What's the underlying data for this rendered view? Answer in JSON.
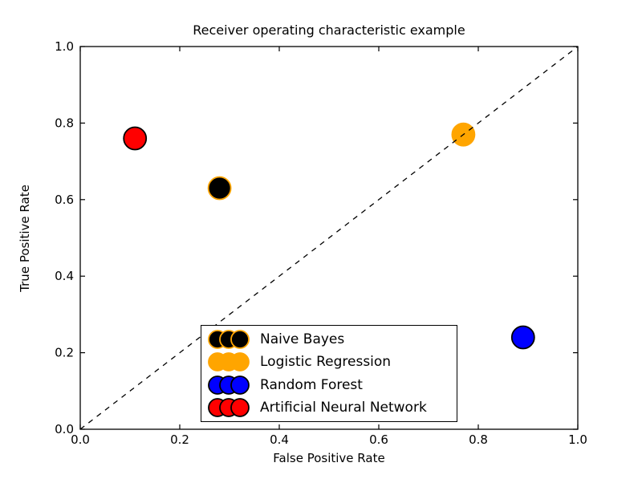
{
  "figure": {
    "background": "#ffffff",
    "frame_color": "#000000"
  },
  "chart_data": {
    "type": "scatter",
    "title": "Receiver operating characteristic example",
    "xlabel": "False Positive Rate",
    "ylabel": "True Positive Rate",
    "xlim": [
      0.0,
      1.0
    ],
    "ylim": [
      0.0,
      1.0
    ],
    "xtick_labels": [
      "0.0",
      "0.2",
      "0.4",
      "0.6",
      "0.8",
      "1.0"
    ],
    "ytick_labels": [
      "0.0",
      "0.2",
      "0.4",
      "0.6",
      "0.8",
      "1.0"
    ],
    "grid": false,
    "tick_direction": "in",
    "reference_line": {
      "type": "diagonal",
      "from": [
        0.0,
        0.0
      ],
      "to": [
        1.0,
        1.0
      ],
      "style": "dashed",
      "color": "#000000"
    },
    "legend": {
      "position": "lower-center-inside",
      "marker_points_per_entry": 3
    },
    "series": [
      {
        "name": "Naive Bayes",
        "points": [
          {
            "x": 0.28,
            "y": 0.63
          }
        ],
        "fill": "#000000",
        "edge": "#FFA500"
      },
      {
        "name": "Logistic Regression",
        "points": [
          {
            "x": 0.77,
            "y": 0.77
          }
        ],
        "fill": "#FFA500",
        "edge": "#FFA500"
      },
      {
        "name": "Random Forest",
        "points": [
          {
            "x": 0.89,
            "y": 0.24
          }
        ],
        "fill": "#0000FF",
        "edge": "#000000"
      },
      {
        "name": "Artificial Neural Network",
        "points": [
          {
            "x": 0.11,
            "y": 0.76
          }
        ],
        "fill": "#FF0000",
        "edge": "#000000"
      }
    ]
  }
}
